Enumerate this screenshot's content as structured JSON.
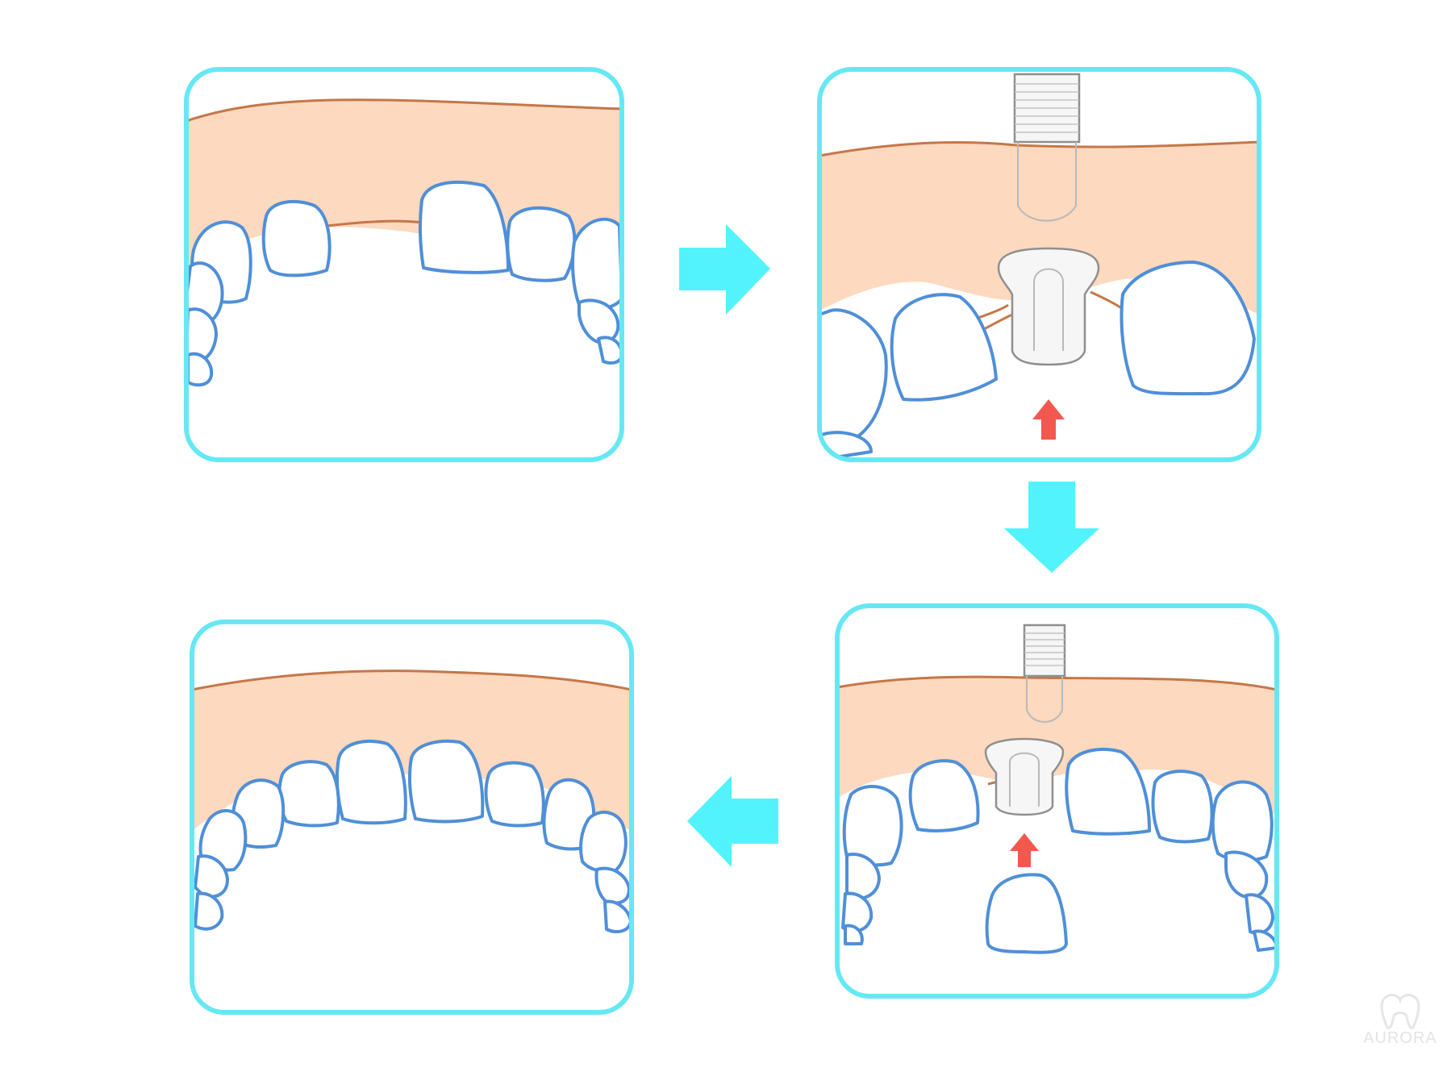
{
  "colors": {
    "panel_border": "#66e8f4",
    "flow_arrow": "#52f3fd",
    "gum_fill": "#fdd9bf",
    "gum_line": "#c57749",
    "tooth_fill": "#ffffff",
    "tooth_outline": "#4f8fd8",
    "tooth_shade": "#cfe0f6",
    "implant_fill": "#f6f6f6",
    "implant_outline": "#8f8f8f",
    "insert_arrow": "#f2584e",
    "watermark": "#e6e6e6"
  },
  "steps": [
    {
      "order": 1,
      "state": "missing-front-tooth"
    },
    {
      "order": 2,
      "state": "implant-and-abutment-placed"
    },
    {
      "order": 3,
      "state": "crown-being-attached"
    },
    {
      "order": 4,
      "state": "restored-full-arch"
    }
  ],
  "flow": [
    "right",
    "down",
    "left"
  ],
  "icons": {
    "flow_arrow": "block-arrow-icon",
    "insert_arrow": "up-arrow-icon",
    "watermark": "tooth-logo-icon"
  },
  "watermark": {
    "text": "AURORA"
  }
}
